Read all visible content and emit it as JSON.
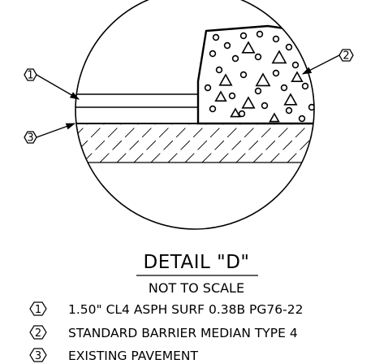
{
  "detail": {
    "title": "DETAIL \"D\"",
    "subtitle": "NOT TO SCALE"
  },
  "legend": [
    {
      "number": "1",
      "text": "1.50\" CL4 ASPH SURF 0.38B PG76-22"
    },
    {
      "number": "2",
      "text": "STANDARD BARRIER MEDIAN TYPE 4"
    },
    {
      "number": "3",
      "text": "EXISTING PAVEMENT"
    }
  ],
  "callouts": [
    {
      "number": "1"
    },
    {
      "number": "2"
    },
    {
      "number": "3"
    }
  ],
  "colors": {
    "line": "#000000",
    "background": "#ffffff"
  }
}
